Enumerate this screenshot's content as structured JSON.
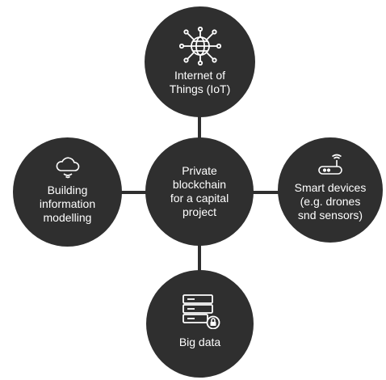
{
  "nodes": {
    "center": {
      "label": "Private\nblockchain\nfor a capital\nproject"
    },
    "top": {
      "label": "Internet of\nThings (IoT)",
      "icon": "network-globe-icon"
    },
    "left": {
      "label": "Building\ninformation\nmodelling",
      "icon": "cloud-signal-icon"
    },
    "right": {
      "label": "Smart devices\n(e.g. drones\nsnd sensors)",
      "icon": "router-icon"
    },
    "bottom": {
      "label": "Big data",
      "icon": "server-lock-icon"
    }
  },
  "colors": {
    "node_fill": "#2f2f2f",
    "connector": "#2f2f2f",
    "text": "#ffffff"
  }
}
